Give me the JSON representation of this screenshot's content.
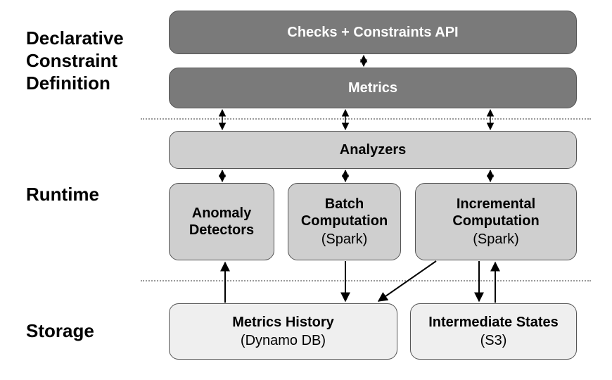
{
  "layers": {
    "declarative": "Declarative Constraint Definition",
    "runtime": "Runtime",
    "storage": "Storage"
  },
  "boxes": {
    "checks": {
      "title": "Checks + Constraints API"
    },
    "metrics": {
      "title": "Metrics"
    },
    "analyzers": {
      "title": "Analyzers"
    },
    "anomaly": {
      "title": "Anomaly Detectors"
    },
    "batch": {
      "title": "Batch Computation",
      "subtitle": "(Spark)"
    },
    "incremental": {
      "title": "Incremental Computation",
      "subtitle": "(Spark)"
    },
    "history": {
      "title": "Metrics History",
      "subtitle": "(Dynamo DB)"
    },
    "states": {
      "title": "Intermediate States",
      "subtitle": "(S3)"
    }
  },
  "colors": {
    "dark": "#7a7a7a",
    "mid": "#cfcfcf",
    "light": "#efefef",
    "border": "#555555"
  }
}
